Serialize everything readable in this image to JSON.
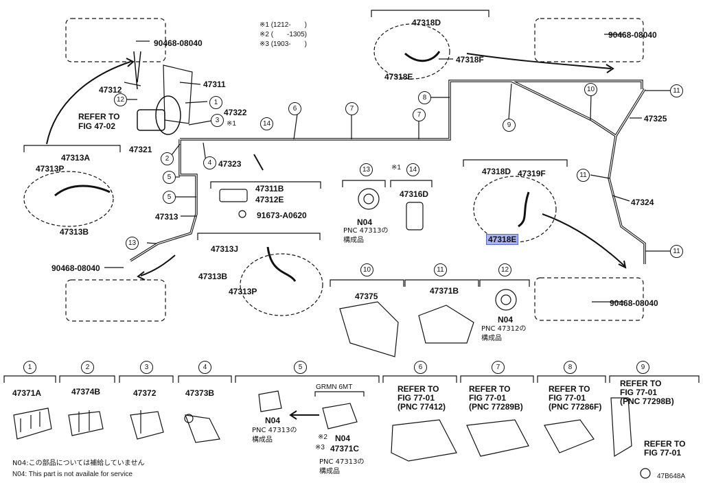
{
  "notes": {
    "n1": "※1 (1212-　　)",
    "n2": "※2 (　　-1305)",
    "n3": "※3 (1903-　　)",
    "footer_jp": "N04:この部品については補給していません",
    "footer_en": "N04: This part is not availale for service",
    "drawing_code": "47B648A"
  },
  "labels": {
    "p47311": "47311",
    "p47312": "47312",
    "p47321": "47321",
    "p47322": "47322",
    "p47323": "47323",
    "p47313": "47313",
    "p47325": "47325",
    "p47324": "47324",
    "p47318F": "47318F",
    "p47318D_top": "47318D",
    "p47318E_top": "47318E",
    "p47318D": "47318D",
    "p47319F": "47319F",
    "p47318E_sel": "47318E",
    "p47313A": "47313A",
    "p47313P_l": "47313P",
    "p47313B_l": "47313B",
    "p47313J": "47313J",
    "p47313B_c": "47313B",
    "p47313P_c": "47313P",
    "p47311B": "47311B",
    "p47312E": "47312E",
    "p91673": "91673-A0620",
    "p47316D": "47316D",
    "p47375": "47375",
    "p47371B": "47371B",
    "p90468_tl": "90468-08040",
    "p90468_tr": "90468-08040",
    "p90468_bl": "90468-08040",
    "p90468_br": "90468-08040",
    "refer_fig47_a": "REFER TO",
    "refer_fig47_b": "FIG 47-02",
    "x1_14": "※1",
    "n04_13": "N04",
    "pnc_13": "PNC 47313の",
    "kousei_13": "構成品",
    "n04_12": "N04",
    "pnc_12": "PNC 47312の",
    "kousei_12": "構成品",
    "x1_14b": "※1"
  },
  "bottom_parts": [
    {
      "num": "1",
      "part": "47371A"
    },
    {
      "num": "2",
      "part": "47374B"
    },
    {
      "num": "3",
      "part": "47372"
    },
    {
      "num": "4",
      "part": "47373B"
    }
  ],
  "part5": {
    "num": "5",
    "grmn": "GRMN 6MT",
    "n04_a": "N04",
    "pnc_a": "PNC 47313の",
    "kousei_a": "構成品",
    "x2": "※2",
    "n04_b": "N04",
    "x3": "※3",
    "part_b": "47371C",
    "pnc_b": "PNC 47313の",
    "kousei_b": "構成品"
  },
  "refer_parts": [
    {
      "num": "6",
      "l1": "REFER TO",
      "l2": "FIG 77-01",
      "l3": "(PNC 77412)"
    },
    {
      "num": "7",
      "l1": "REFER TO",
      "l2": "FIG 77-01",
      "l3": "(PNC 77289B)"
    },
    {
      "num": "8",
      "l1": "REFER TO",
      "l2": "FIG 77-01",
      "l3": "(PNC 77286F)"
    },
    {
      "num": "9",
      "l1": "REFER TO",
      "l2": "FIG 77-01",
      "l3": "(PNC 77298B)"
    }
  ],
  "refer9b": {
    "l1": "REFER TO",
    "l2": "FIG 77-01"
  },
  "callouts": {
    "c1": "1",
    "c2": "2",
    "c3": "3",
    "c4": "4",
    "c5a": "5",
    "c5b": "5",
    "c6": "6",
    "c7a": "7",
    "c7b": "7",
    "c8": "8",
    "c9": "9",
    "c10": "10",
    "c11a": "11",
    "c11b": "11",
    "c11c": "11",
    "c12": "12",
    "c13": "13",
    "c14": "14",
    "g13": "13",
    "g14": "14",
    "g10": "10",
    "g11": "11",
    "g12": "12"
  }
}
